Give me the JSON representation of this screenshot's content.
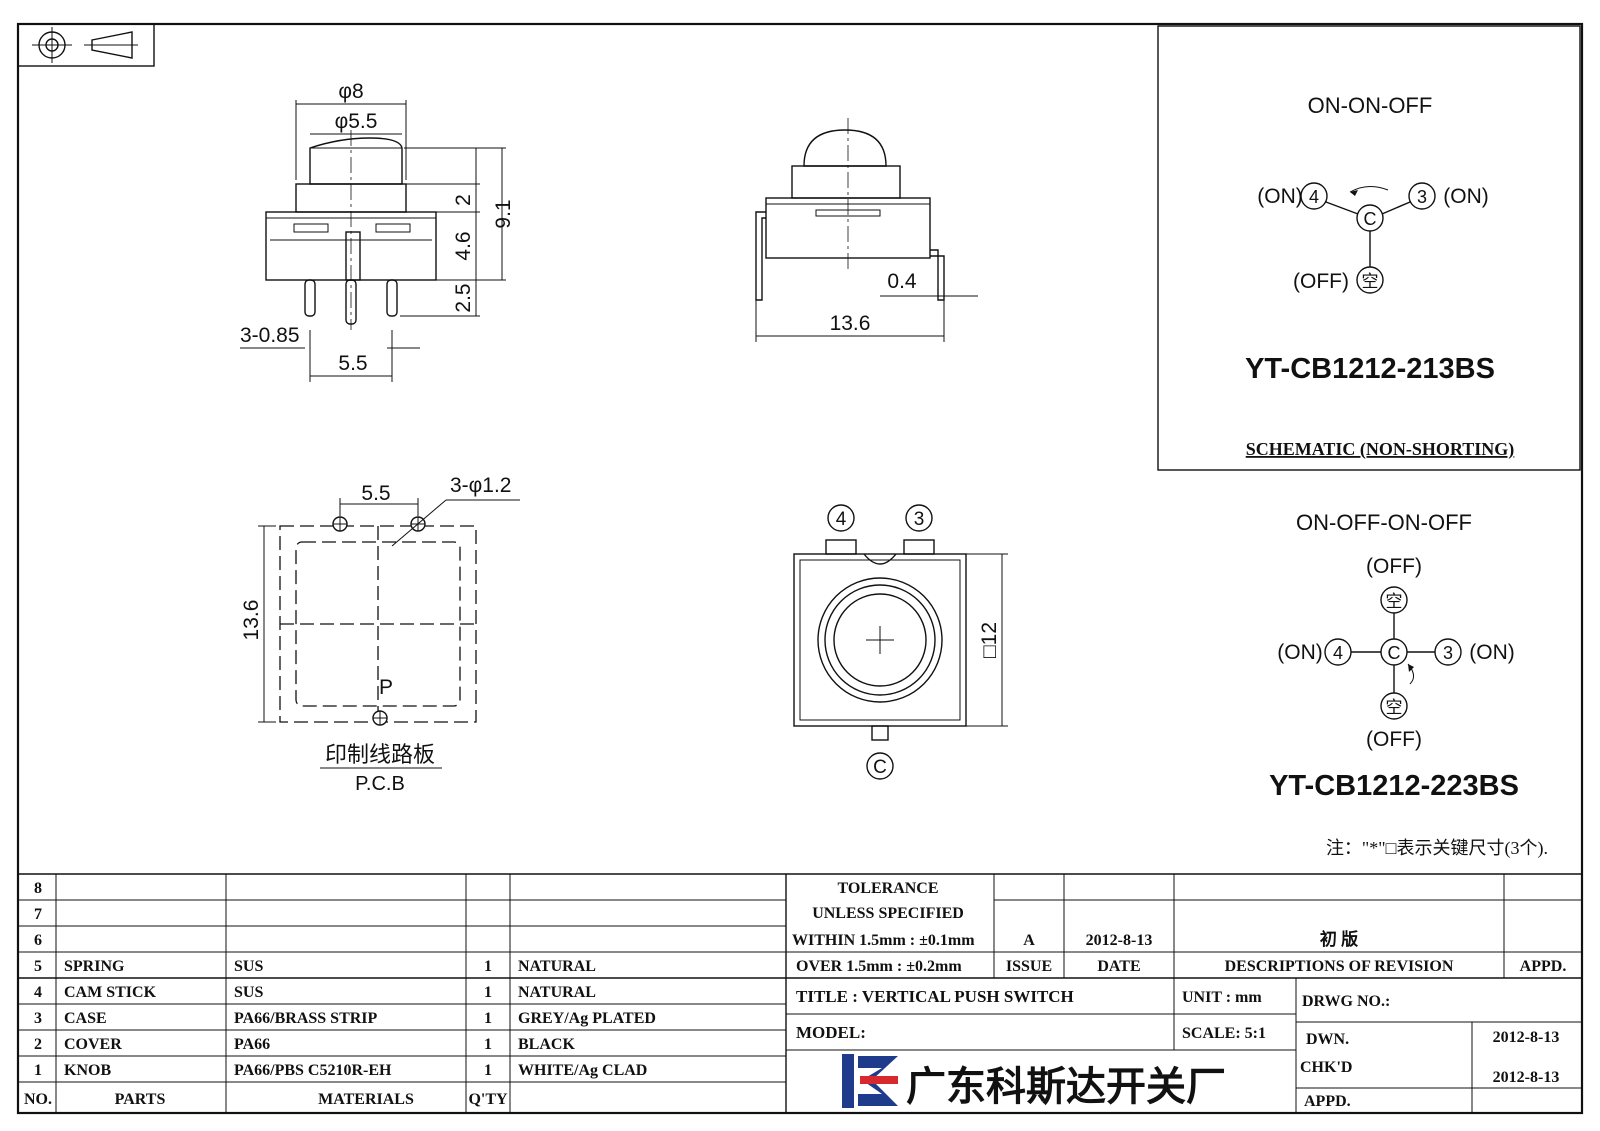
{
  "dims": {
    "phi8": "φ8",
    "phi5_5": "φ5.5",
    "d2": "2",
    "d9_1": "9.1",
    "d4_6": "4.6",
    "d2_5": "2.5",
    "pins": "3-0.85",
    "pitch": "5.5",
    "width_side": "13.6",
    "thk": "0.4",
    "pcb_pitch": "5.5",
    "holes": "3-φ1.2",
    "pcb_h": "13.6",
    "p": "P",
    "square": "□12"
  },
  "pcb": {
    "cn": "印制线路板",
    "en": "P.C.B"
  },
  "terminals": {
    "t4": "4",
    "t3": "3",
    "tc": "C"
  },
  "schematic1": {
    "mode": "ON-ON-OFF",
    "left": "(ON)",
    "right": "(ON)",
    "bottom": "(OFF)",
    "n4": "4",
    "n3": "3",
    "nc": "C",
    "nk": "空",
    "model": "YT-CB1212-213BS",
    "caption": "SCHEMATIC (NON-SHORTING)"
  },
  "schematic2": {
    "mode": "ON-OFF-ON-OFF",
    "top": "(OFF)",
    "left": "(ON)",
    "right": "(ON)",
    "bottom": "(OFF)",
    "n4": "4",
    "n3": "3",
    "nc": "C",
    "nk1": "空",
    "nk2": "空",
    "model": "YT-CB1212-223BS"
  },
  "note": "注：\"*\"□表示关键尺寸(3个).",
  "bom": {
    "rows": [
      {
        "no": "8",
        "part": "",
        "mat": "",
        "qty": "",
        "finish": ""
      },
      {
        "no": "7",
        "part": "",
        "mat": "",
        "qty": "",
        "finish": ""
      },
      {
        "no": "6",
        "part": "",
        "mat": "",
        "qty": "",
        "finish": ""
      },
      {
        "no": "5",
        "part": "SPRING",
        "mat": "SUS",
        "qty": "1",
        "finish": "NATURAL"
      },
      {
        "no": "4",
        "part": "CAM STICK",
        "mat": "SUS",
        "qty": "1",
        "finish": "NATURAL"
      },
      {
        "no": "3",
        "part": "CASE",
        "mat": "PA66/BRASS STRIP",
        "qty": "1",
        "finish": "GREY/Ag PLATED"
      },
      {
        "no": "2",
        "part": "COVER",
        "mat": "PA66",
        "qty": "1",
        "finish": "BLACK"
      },
      {
        "no": "1",
        "part": "KNOB",
        "mat": "PA66/PBS C5210R-EH",
        "qty": "1",
        "finish": "WHITE/Ag CLAD"
      }
    ],
    "h_no": "NO.",
    "h_parts": "PARTS",
    "h_mat": "MATERIALS",
    "h_qty": "Q'TY"
  },
  "tolerance": {
    "l1": "TOLERANCE",
    "l2": "UNLESS SPECIFIED",
    "l3": "WITHIN 1.5mm : ±0.1mm",
    "l4": "OVER 1.5mm : ±0.2mm"
  },
  "revision": {
    "issue": "A",
    "date": "2012-8-13",
    "desc": "初 版",
    "h_issue": "ISSUE",
    "h_date": "DATE",
    "h_desc": "DESCRIPTIONS OF REVISION",
    "h_appd": "APPD."
  },
  "title_block": {
    "title": "TITLE :  VERTICAL PUSH SWITCH",
    "unit": "UNIT :  mm",
    "drwg": "DRWG NO.:",
    "model": "MODEL:",
    "scale": "SCALE:  5:1",
    "dwn": "DWN.",
    "dwn_date": "2012-8-13",
    "chkd": "CHK'D",
    "chkd_date": "2012-8-13",
    "appd": "APPD.",
    "company": "广东科斯达开关厂"
  },
  "colors": {
    "logo_blue": "#1f3c8c",
    "logo_red": "#d8292f",
    "ink": "#111111"
  }
}
